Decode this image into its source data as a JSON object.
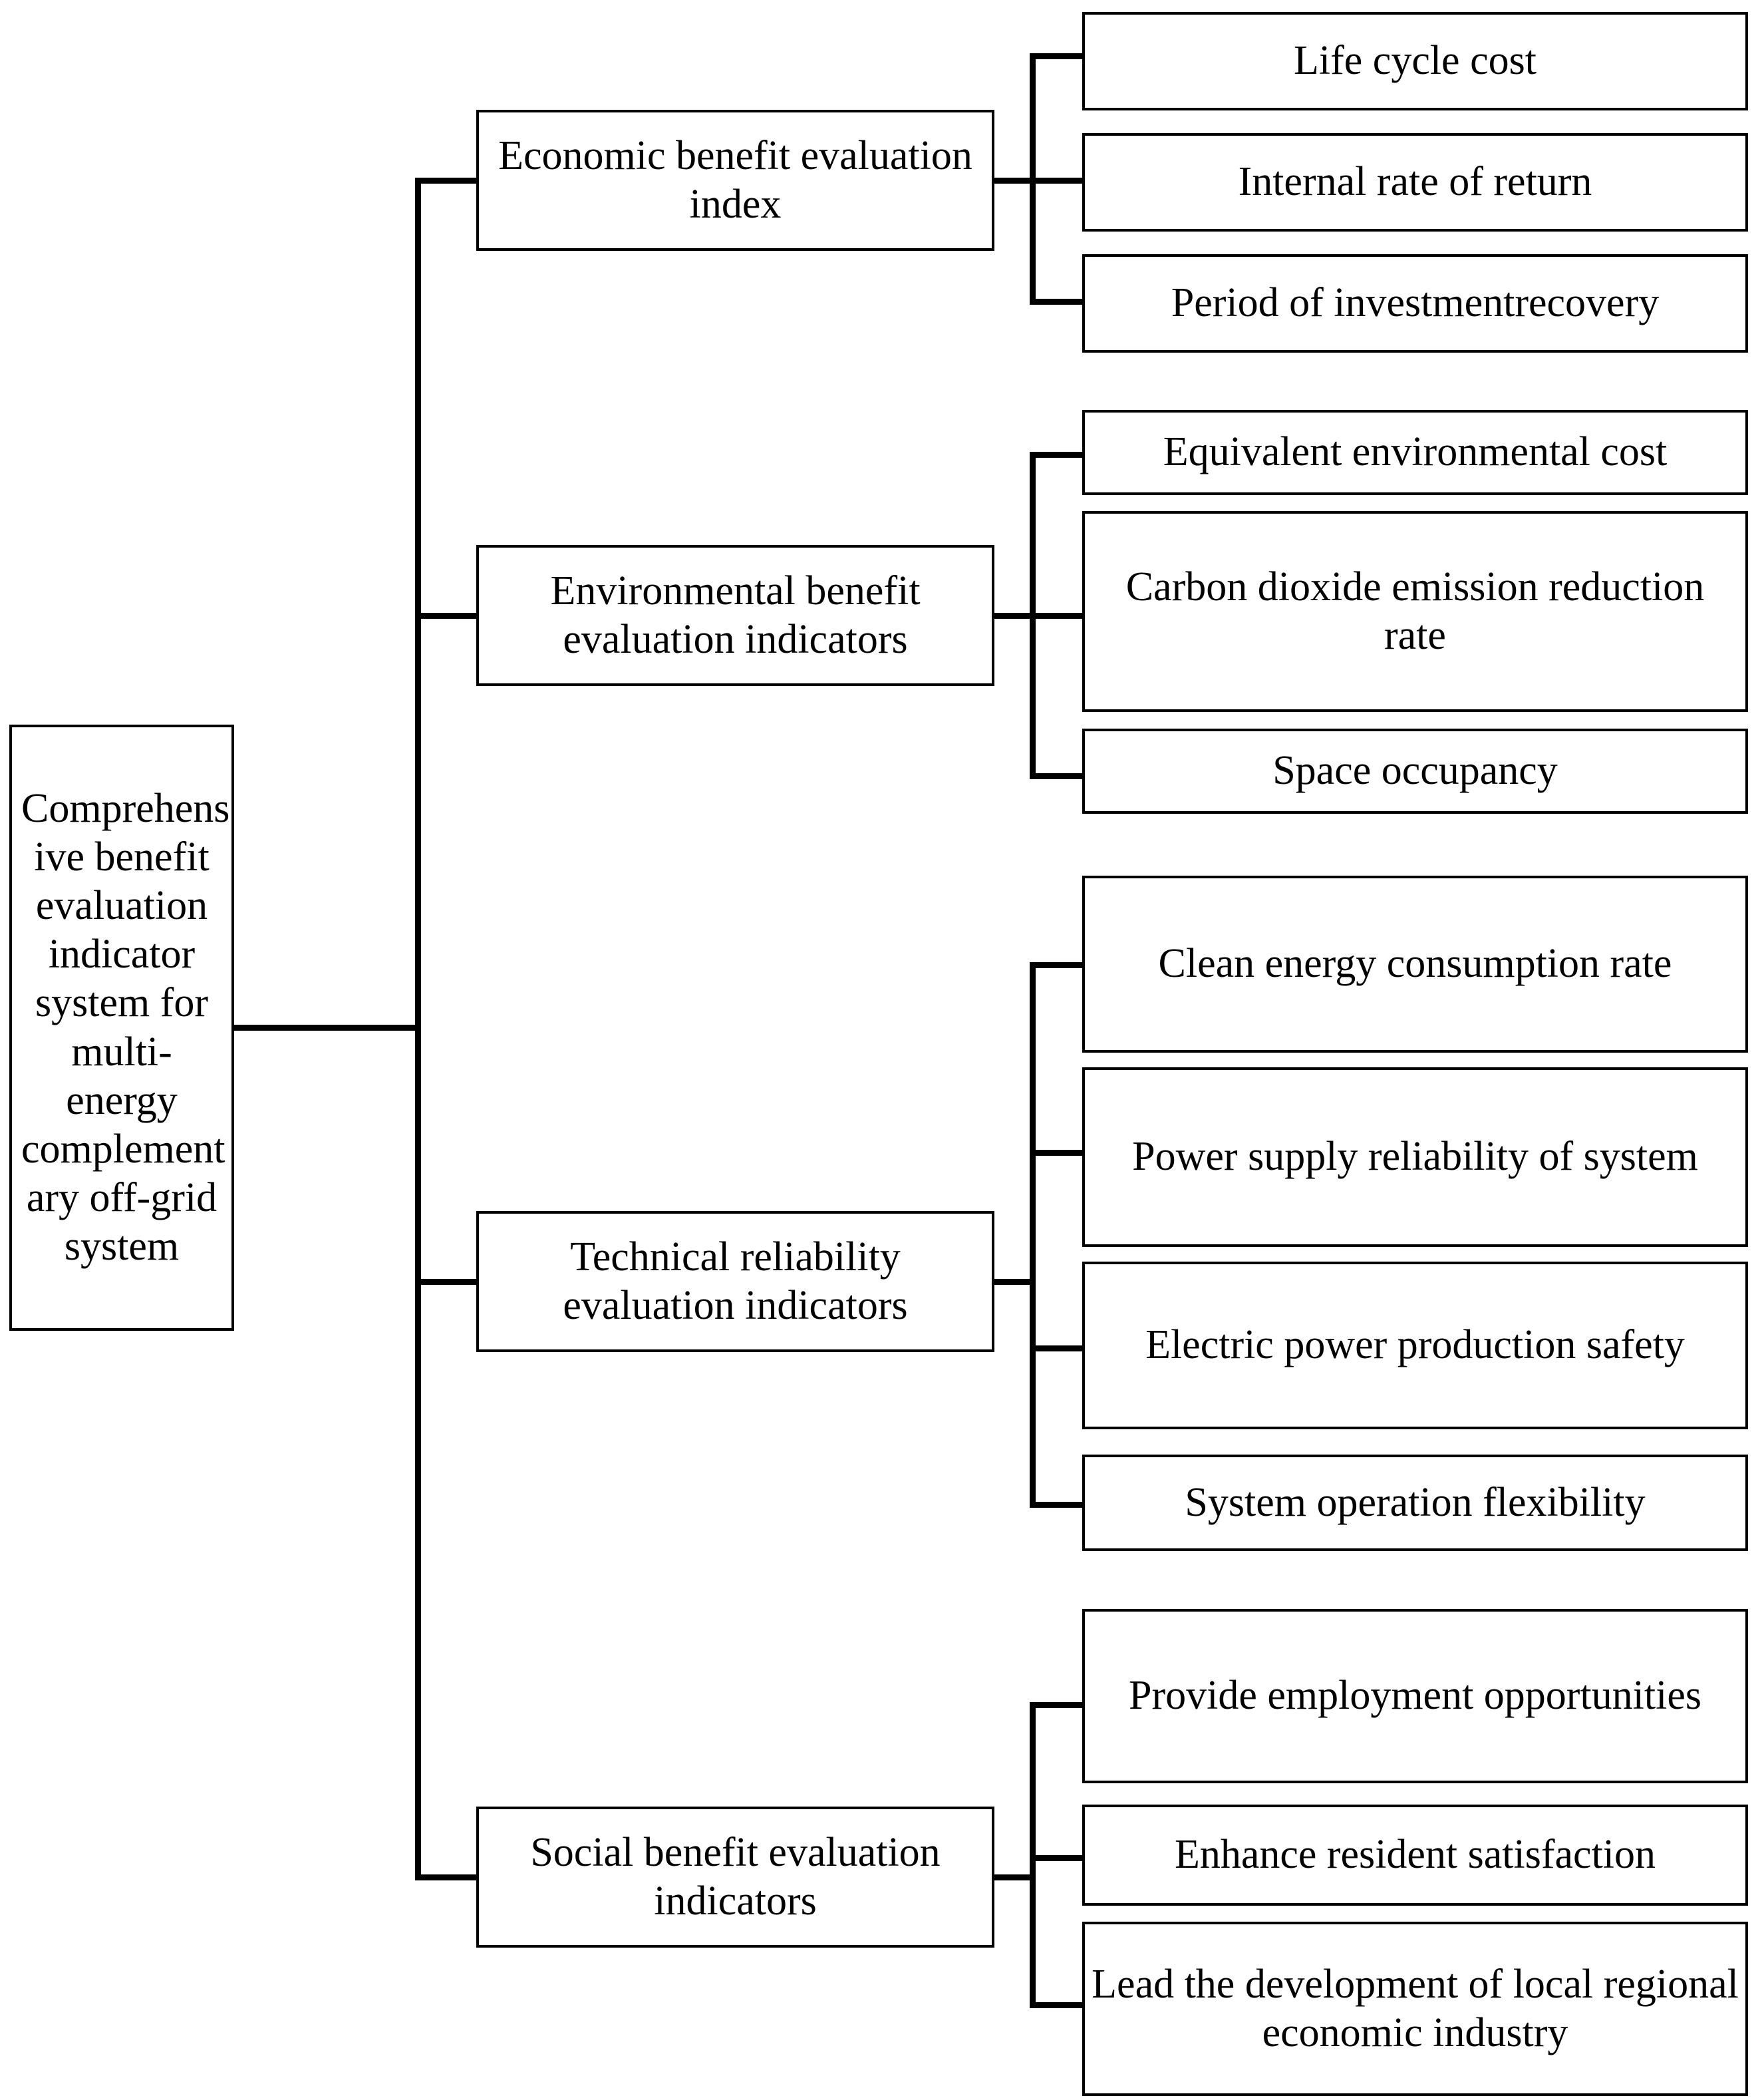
{
  "diagram": {
    "type": "tree-hierarchy",
    "title_text": "Comprehensive benefit evaluation indicator system for multi-energy complementary off-grid system",
    "root": {
      "label": "Comprehens ive benefit evaluation indicator system for multi-energy complement ary off-grid system"
    },
    "branches": [
      {
        "id": "economic",
        "label": "Economic benefit evaluation index",
        "leaves": [
          {
            "label": "Life cycle cost"
          },
          {
            "label": "Internal rate of return"
          },
          {
            "label": "Period of investmentrecovery"
          }
        ]
      },
      {
        "id": "environmental",
        "label": "Environmental benefit evaluation indicators",
        "leaves": [
          {
            "label": "Equivalent environmental cost"
          },
          {
            "label": "Carbon dioxide emission reduction rate"
          },
          {
            "label": "Space occupancy"
          }
        ]
      },
      {
        "id": "technical",
        "label": "Technical reliability evaluation indicators",
        "leaves": [
          {
            "label": "Clean energy consumption rate"
          },
          {
            "label": "Power supply reliability of system"
          },
          {
            "label": "Electric power production safety"
          },
          {
            "label": "System operation flexibility"
          }
        ]
      },
      {
        "id": "social",
        "label": "Social benefit evaluation indicators",
        "leaves": [
          {
            "label": "Provide employment opportunities"
          },
          {
            "label": "Enhance resident satisfaction"
          },
          {
            "label": "Lead the development of local regional economic industry"
          }
        ]
      }
    ],
    "colors": {
      "line": "#000000",
      "box_border": "#000000",
      "box_fill": "#ffffff",
      "text": "#000000",
      "background": "#ffffff"
    }
  }
}
